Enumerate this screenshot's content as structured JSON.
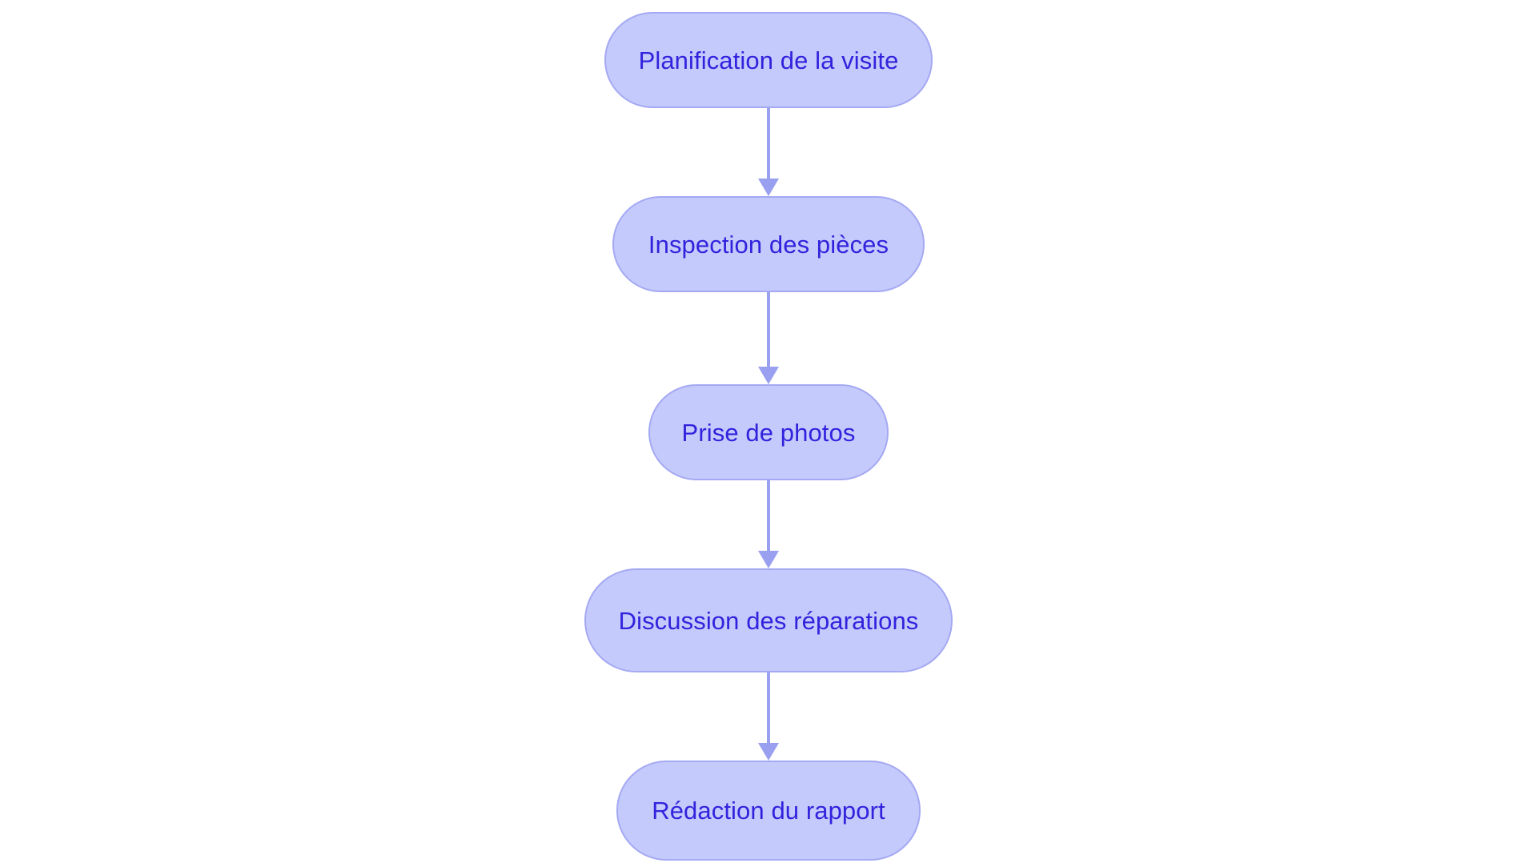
{
  "diagram": {
    "type": "flowchart",
    "orientation": "top-to-bottom",
    "title": "",
    "background_color": "#ffffff",
    "node_fill_color": "#c5cafc",
    "node_border_color": "#a4a9f3",
    "node_text_color": "#3322dd",
    "connector_color": "#9aa0f0",
    "node_shape": "stadium",
    "nodes": [
      {
        "id": "n0",
        "label": "Planification de la visite"
      },
      {
        "id": "n1",
        "label": "Inspection des pièces"
      },
      {
        "id": "n2",
        "label": "Prise de photos"
      },
      {
        "id": "n3",
        "label": "Discussion des réparations"
      },
      {
        "id": "n4",
        "label": "Rédaction du rapport"
      }
    ],
    "edges": [
      {
        "id": "e0",
        "from": "n0",
        "to": "n1",
        "label": "",
        "arrow": "down-arrow-icon"
      },
      {
        "id": "e1",
        "from": "n1",
        "to": "n2",
        "label": "",
        "arrow": "down-arrow-icon"
      },
      {
        "id": "e2",
        "from": "n2",
        "to": "n3",
        "label": "",
        "arrow": "down-arrow-icon"
      },
      {
        "id": "e3",
        "from": "n3",
        "to": "n4",
        "label": "",
        "arrow": "down-arrow-icon"
      }
    ]
  }
}
